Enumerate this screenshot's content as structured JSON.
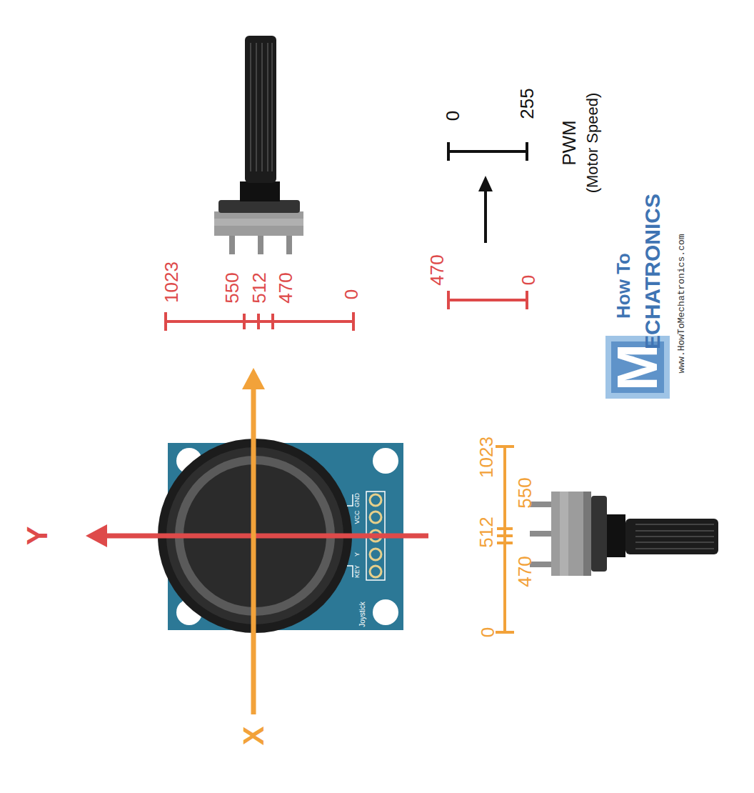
{
  "diagram": {
    "labels": [
      "Y",
      "X",
      "GND",
      "VCC",
      "Y",
      "KEY",
      "Joystick",
      "0",
      "470",
      "512",
      "550",
      "1023",
      "1023",
      "550",
      "512",
      "470",
      "0",
      "470",
      "0",
      "0",
      "255",
      "PWM",
      "(Motor Speed)",
      "How To",
      "M",
      "ECHATRONICS",
      "www.HowToMechatronics.com"
    ]
  }
}
